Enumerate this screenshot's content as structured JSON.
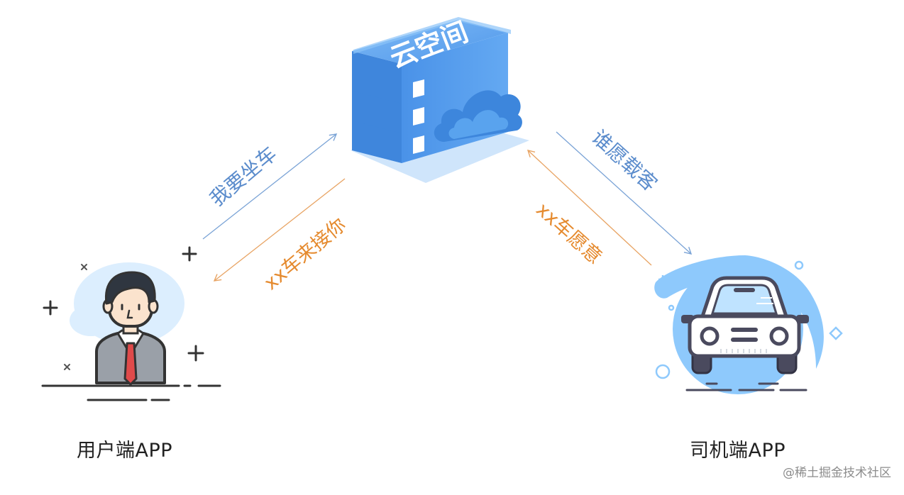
{
  "server": {
    "label": "云空间"
  },
  "nodes": {
    "user": {
      "label": "用户端APP"
    },
    "driver": {
      "label": "司机端APP"
    }
  },
  "edges": {
    "user_to_server": {
      "label": "我要坐车"
    },
    "server_to_user": {
      "label": "xx车来接你"
    },
    "server_to_driver": {
      "label": "谁愿载客"
    },
    "driver_to_server": {
      "label": "xx车愿意"
    }
  },
  "watermark": "@稀土掘金技术社区",
  "colors": {
    "request_arrow": "#7aa3d6",
    "request_text": "#5b8ccc",
    "response_arrow": "#e8a464",
    "response_text": "#e58a2e",
    "server_blue": "#5aa2ee",
    "avatar_bg": "#dceefe",
    "car_bg": "#8ec9fc"
  }
}
